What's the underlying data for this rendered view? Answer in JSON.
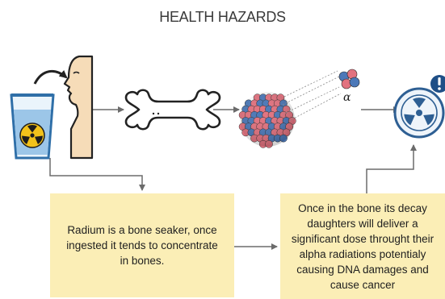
{
  "title": "HEALTH HAZARDS",
  "alpha_symbol": "α",
  "note_left": {
    "lines": [
      "Radium is a bone seaker, once",
      "ingested it tends to concentrate",
      "in bones."
    ]
  },
  "note_right": {
    "lines": [
      "Once in the bone its decay",
      "daughters will deliver a",
      "significant dose throught their",
      "alpha radiations potentialy",
      "causing DNA damages and",
      "cause cancer"
    ]
  },
  "colors": {
    "note_fill": "#fbeeb6",
    "arrow": "#6b6b6b",
    "water": "#9cc6e8",
    "glass_rim": "#2f6fa8",
    "radiation_yellow": "#f2c21b",
    "face_skin": "#f6dcb8",
    "proton": "#e2727f",
    "neutron": "#4c78b8",
    "hazard_ring": "#2e5f93"
  },
  "icons": [
    "glass-of-water-icon",
    "radioactive-trefoil-icon",
    "human-profile-icon",
    "drinking-arrow-icon",
    "bone-icon",
    "atomic-nucleus-icon",
    "alpha-particle-icon",
    "radiation-hazard-icon",
    "warning-badge-icon"
  ]
}
